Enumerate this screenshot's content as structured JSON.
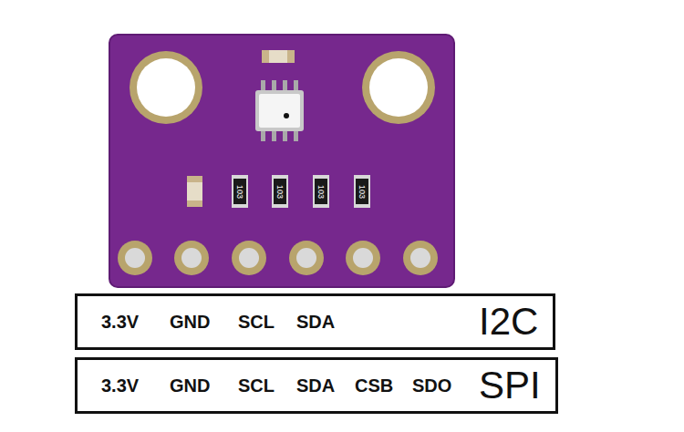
{
  "diagram": {
    "nodes": [
      {
        "text": [
          "3.3V",
          "GND",
          "SCL",
          "SDA",
          "I2C"
        ]
      },
      {
        "text": [
          "3.3V",
          "GND",
          "SCL",
          "SDA",
          "CSB",
          "SDO",
          "SPI"
        ]
      }
    ],
    "labels": [
      "103",
      "103",
      "103",
      "103"
    ]
  }
}
